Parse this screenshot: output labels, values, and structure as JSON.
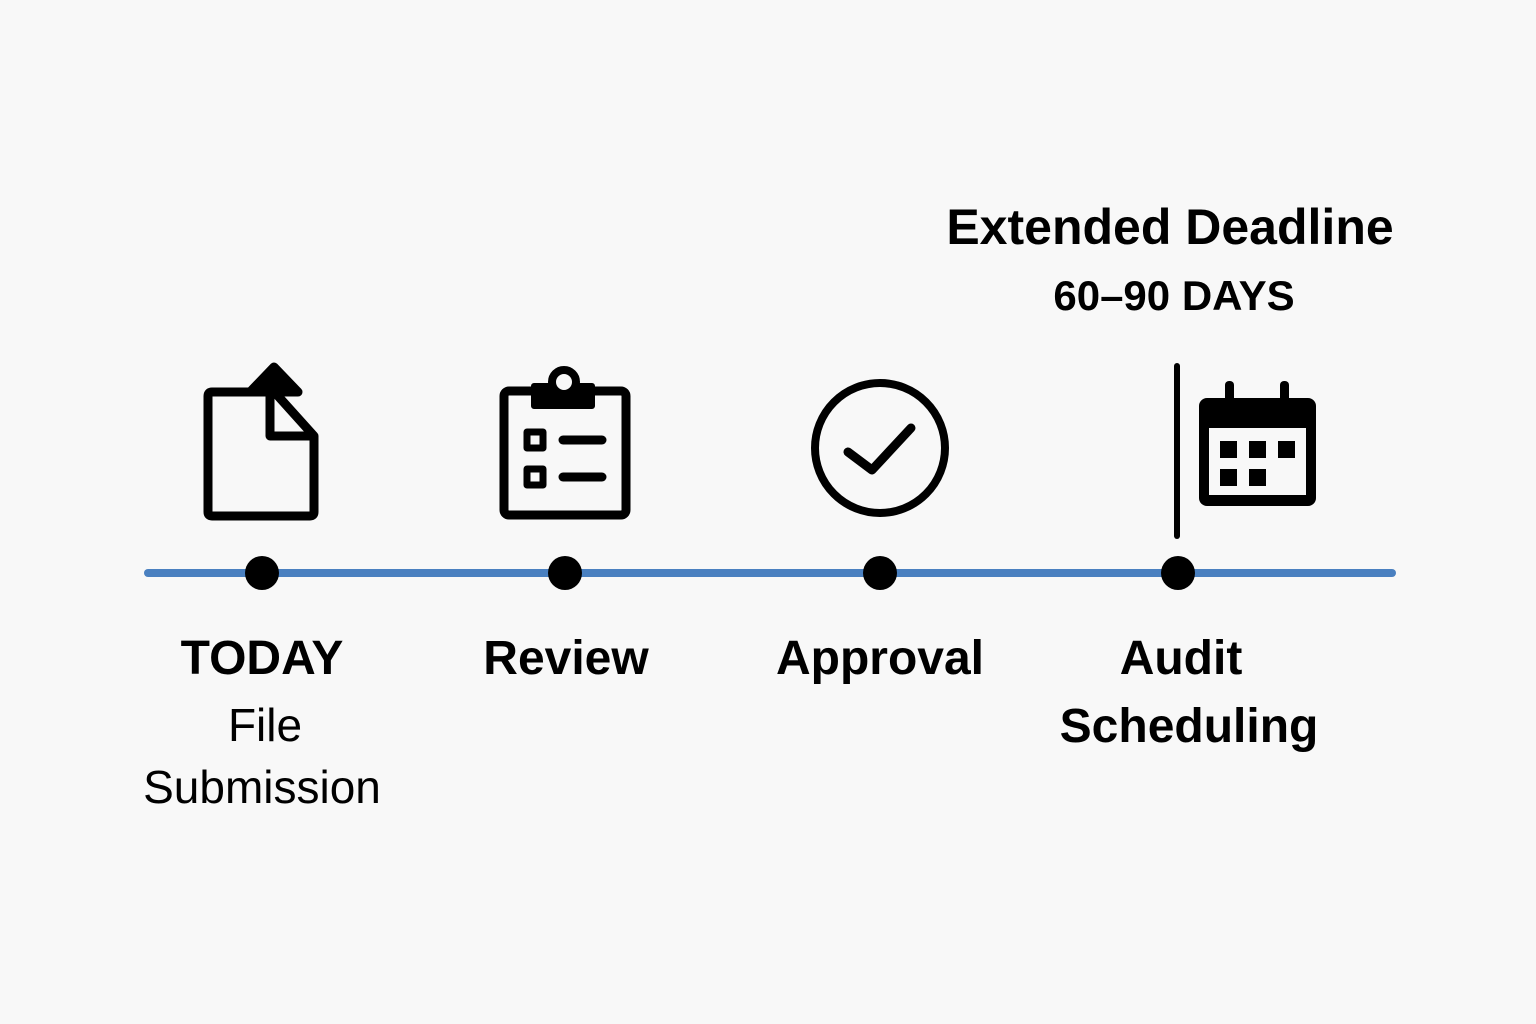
{
  "deadline": {
    "title": "Extended Deadline",
    "range": "60–90 DAYS"
  },
  "colors": {
    "timeline": "#4a80c0",
    "marker": "#000000"
  },
  "steps": [
    {
      "title": "TODAY",
      "subtitle_1": "File",
      "subtitle_2": "Submission",
      "icon": "file-upload-icon"
    },
    {
      "title": "Review",
      "icon": "clipboard-checklist-icon"
    },
    {
      "title": "Approval",
      "icon": "check-circle-icon"
    },
    {
      "title": "Audit",
      "title_2": "Scheduling",
      "icon": "calendar-icon"
    }
  ]
}
